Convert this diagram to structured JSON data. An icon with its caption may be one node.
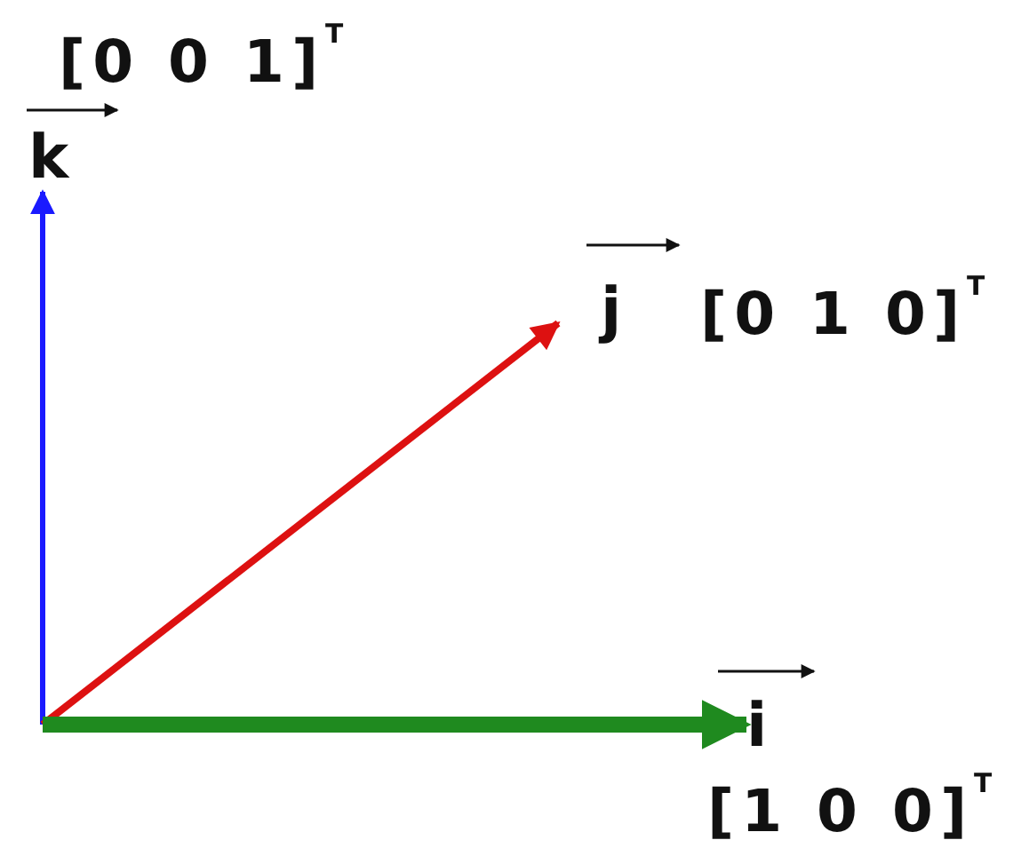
{
  "diagram": {
    "labels": [
      "[0 0 1]$^{T}$",
      "k",
      "j",
      "[0 1 0]$^{T}$",
      "i",
      "[1 0 0]$^{T}$"
    ]
  }
}
